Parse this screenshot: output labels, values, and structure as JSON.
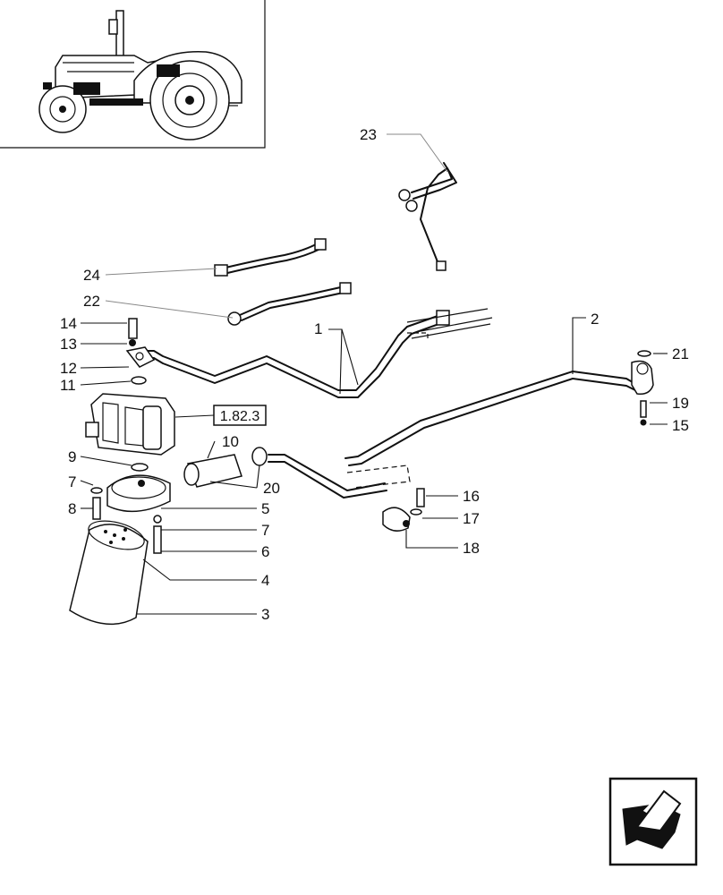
{
  "reference_box": "1.82.3",
  "callouts": [
    {
      "id": "c1",
      "text": "1"
    },
    {
      "id": "c2",
      "text": "2"
    },
    {
      "id": "c3",
      "text": "3"
    },
    {
      "id": "c4",
      "text": "4"
    },
    {
      "id": "c5",
      "text": "5"
    },
    {
      "id": "c6",
      "text": "6"
    },
    {
      "id": "c7a",
      "text": "7"
    },
    {
      "id": "c7b",
      "text": "7"
    },
    {
      "id": "c8",
      "text": "8"
    },
    {
      "id": "c9",
      "text": "9"
    },
    {
      "id": "c10",
      "text": "10"
    },
    {
      "id": "c11",
      "text": "11"
    },
    {
      "id": "c12",
      "text": "12"
    },
    {
      "id": "c13",
      "text": "13"
    },
    {
      "id": "c14",
      "text": "14"
    },
    {
      "id": "c15",
      "text": "15"
    },
    {
      "id": "c16",
      "text": "16"
    },
    {
      "id": "c17",
      "text": "17"
    },
    {
      "id": "c18",
      "text": "18"
    },
    {
      "id": "c19",
      "text": "19"
    },
    {
      "id": "c20",
      "text": "20"
    },
    {
      "id": "c21",
      "text": "21"
    },
    {
      "id": "c22",
      "text": "22"
    },
    {
      "id": "c23",
      "text": "23"
    },
    {
      "id": "c24",
      "text": "24"
    }
  ],
  "icons": {
    "thumbnail": "tractor-thumbnail-icon",
    "nav": "back-arrow-icon"
  }
}
